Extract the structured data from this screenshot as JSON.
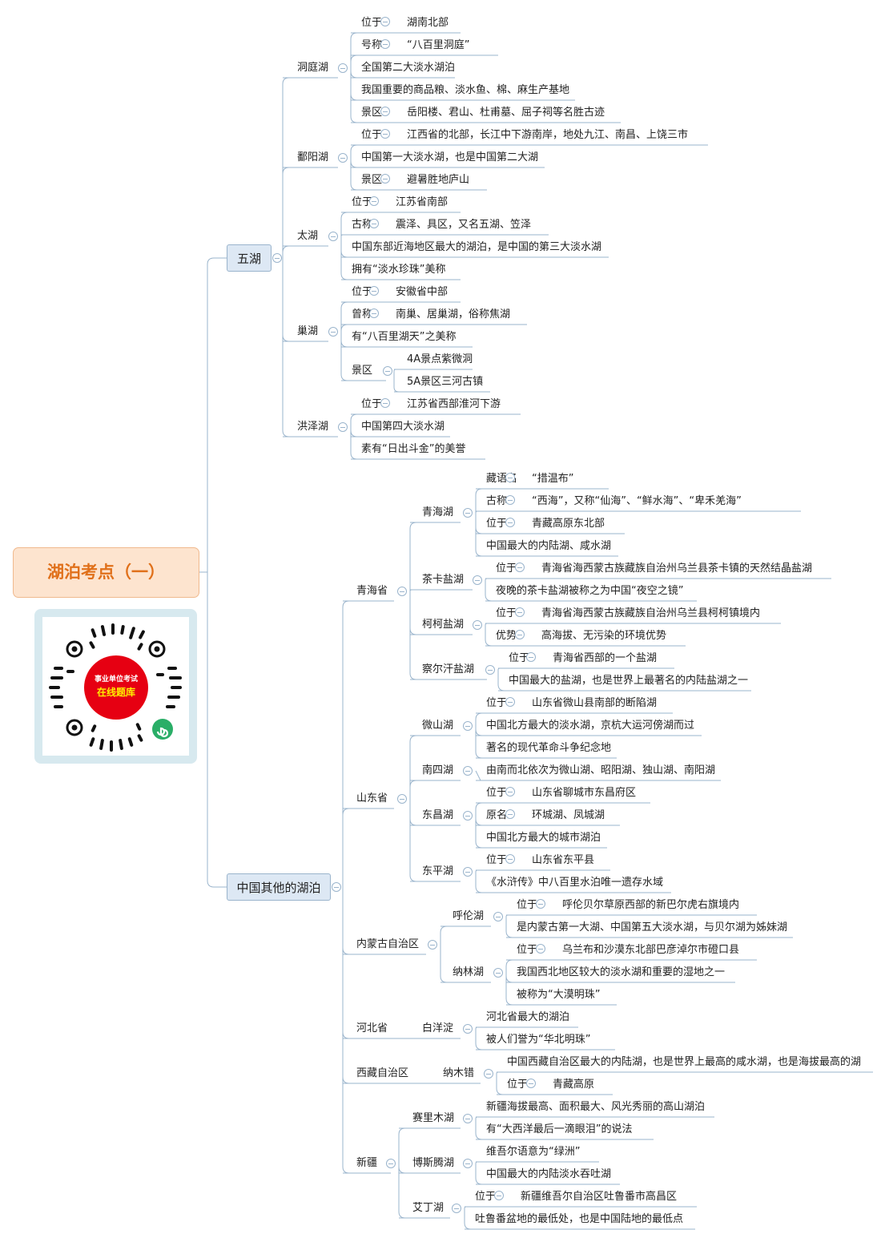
{
  "root": {
    "title": "湖泊考点（一）"
  },
  "qr": {
    "line1": "事业单位考试",
    "line2": "在线题库"
  },
  "colors": {
    "line": "#9ab4cc",
    "accent": "#e0701a",
    "root_bg": "#fde4cf",
    "box_bg": "#dde8f4",
    "qr_red": "#e60012"
  },
  "icons": [
    "collapse-icon",
    "mini-program-icon"
  ],
  "branches": {
    "wuhu": {
      "label": "五湖"
    },
    "other": {
      "label": "中国其他的湖泊"
    }
  },
  "labels": [
    "洞庭湖",
    "位于",
    "湖南北部",
    "号称",
    "“八百里洞庭”",
    "全国第二大淡水湖泊",
    "我国重要的商品粮、淡水鱼、棉、麻生产基地",
    "景区",
    "岳阳楼、君山、杜甫墓、屈子祠等名胜古迹",
    "鄱阳湖",
    "位于",
    "江西省的北部，长江中下游南岸，地处九江、南昌、上饶三市",
    "中国第一大淡水湖，也是中国第二大湖",
    "景区",
    "避暑胜地庐山",
    "太湖",
    "位于",
    "江苏省南部",
    "古称",
    "震泽、具区，又名五湖、笠泽",
    "中国东部近海地区最大的湖泊，是中国的第三大淡水湖",
    "拥有“淡水珍珠”美称",
    "巢湖",
    "位于",
    "安徽省中部",
    "曾称",
    "南巢、居巢湖，俗称焦湖",
    "有“八百里湖天”之美称",
    "景区",
    "4A景点紫微洞",
    "5A景区三河古镇",
    "洪泽湖",
    "位于",
    "江苏省西部淮河下游",
    "中国第四大淡水湖",
    "素有“日出斗金”的美誉",
    "青海省",
    "青海湖",
    "藏语名",
    "“措温布”",
    "古称",
    "“西海”，又称“仙海”、“鲜水海”、“卑禾羌海”",
    "位于",
    "青藏高原东北部",
    "中国最大的内陆湖、咸水湖",
    "茶卡盐湖",
    "位于",
    "青海省海西蒙古族藏族自治州乌兰县茶卡镇的天然结晶盐湖",
    "夜晚的茶卡盐湖被称之为中国“夜空之镜”",
    "柯柯盐湖",
    "位于",
    "青海省海西蒙古族藏族自治州乌兰县柯柯镇境内",
    "优势",
    "高海拔、无污染的环境优势",
    "察尔汗盐湖",
    "位于",
    "青海省西部的一个盐湖",
    "中国最大的盐湖，也是世界上最著名的内陆盐湖之一",
    "山东省",
    "微山湖",
    "位于",
    "山东省微山县南部的断陷湖",
    "中国北方最大的淡水湖，京杭大运河傍湖而过",
    "著名的现代革命斗争纪念地",
    "南四湖",
    "由南而北依次为微山湖、昭阳湖、独山湖、南阳湖",
    "东昌湖",
    "位于",
    "山东省聊城市东昌府区",
    "原名",
    "环城湖、凤城湖",
    "中国北方最大的城市湖泊",
    "东平湖",
    "位于",
    "山东省东平县",
    "《水浒传》中八百里水泊唯一遗存水域",
    "内蒙古自治区",
    "呼伦湖",
    "位于",
    "呼伦贝尔草原西部的新巴尔虎右旗境内",
    "是内蒙古第一大湖、中国第五大淡水湖，与贝尔湖为姊妹湖",
    "纳林湖",
    "位于",
    "乌兰布和沙漠东北部巴彦淖尔市磴口县",
    "我国西北地区较大的淡水湖和重要的湿地之一",
    "被称为“大漠明珠”",
    "河北省",
    "白洋淀",
    "河北省最大的湖泊",
    "被人们誉为“华北明珠”",
    "西藏自治区",
    "纳木错",
    "中国西藏自治区最大的内陆湖，也是世界上最高的咸水湖，也是海拔最高的湖",
    "位于",
    "青藏高原",
    "新疆",
    "赛里木湖",
    "新疆海拔最高、面积最大、风光秀丽的高山湖泊",
    "有“大西洋最后一滴眼泪”的说法",
    "博斯腾湖",
    "维吾尔语意为“绿洲”",
    "中国最大的内陆淡水吞吐湖",
    "艾丁湖",
    "位于",
    "新疆维吾尔自治区吐鲁番市高昌区",
    "吐鲁番盆地的最低处，也是中国陆地的最低点"
  ]
}
